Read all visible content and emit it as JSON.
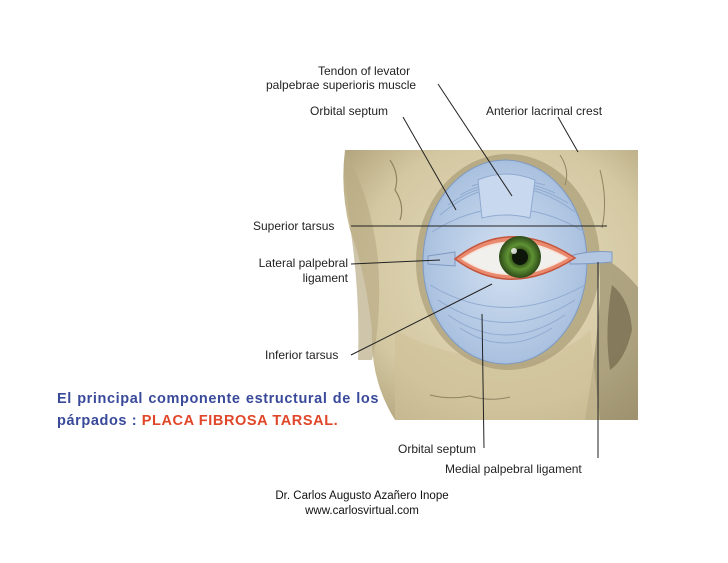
{
  "labels": {
    "tendon_line1": "Tendon of levator",
    "tendon_line2": "palpebrae superioris muscle",
    "orbital_septum_top": "Orbital septum",
    "anterior_lacrimal_crest": "Anterior lacrimal crest",
    "superior_tarsus": "Superior tarsus",
    "lateral_line1": "Lateral palpebral",
    "lateral_line2": "ligament",
    "inferior_tarsus": "Inferior tarsus",
    "orbital_septum_bottom": "Orbital septum",
    "medial_palpebral_ligament": "Medial palpebral ligament"
  },
  "caption": {
    "part1": "El principal componente estructural de los párpados : ",
    "highlight": "PLACA FIBROSA TARSAL."
  },
  "credits": {
    "author": "Dr. Carlos Augusto Azañero Inope",
    "website": "www.carlosvirtual.com"
  },
  "colors": {
    "bone": "#d9cfae",
    "bone_shadow": "#a99e78",
    "septum": "#b9cde6",
    "tarsus_rim": "#e0705a",
    "iris": "#5a8a2e",
    "caption_text": "#3a4a9a",
    "caption_highlight": "#e0462a"
  }
}
